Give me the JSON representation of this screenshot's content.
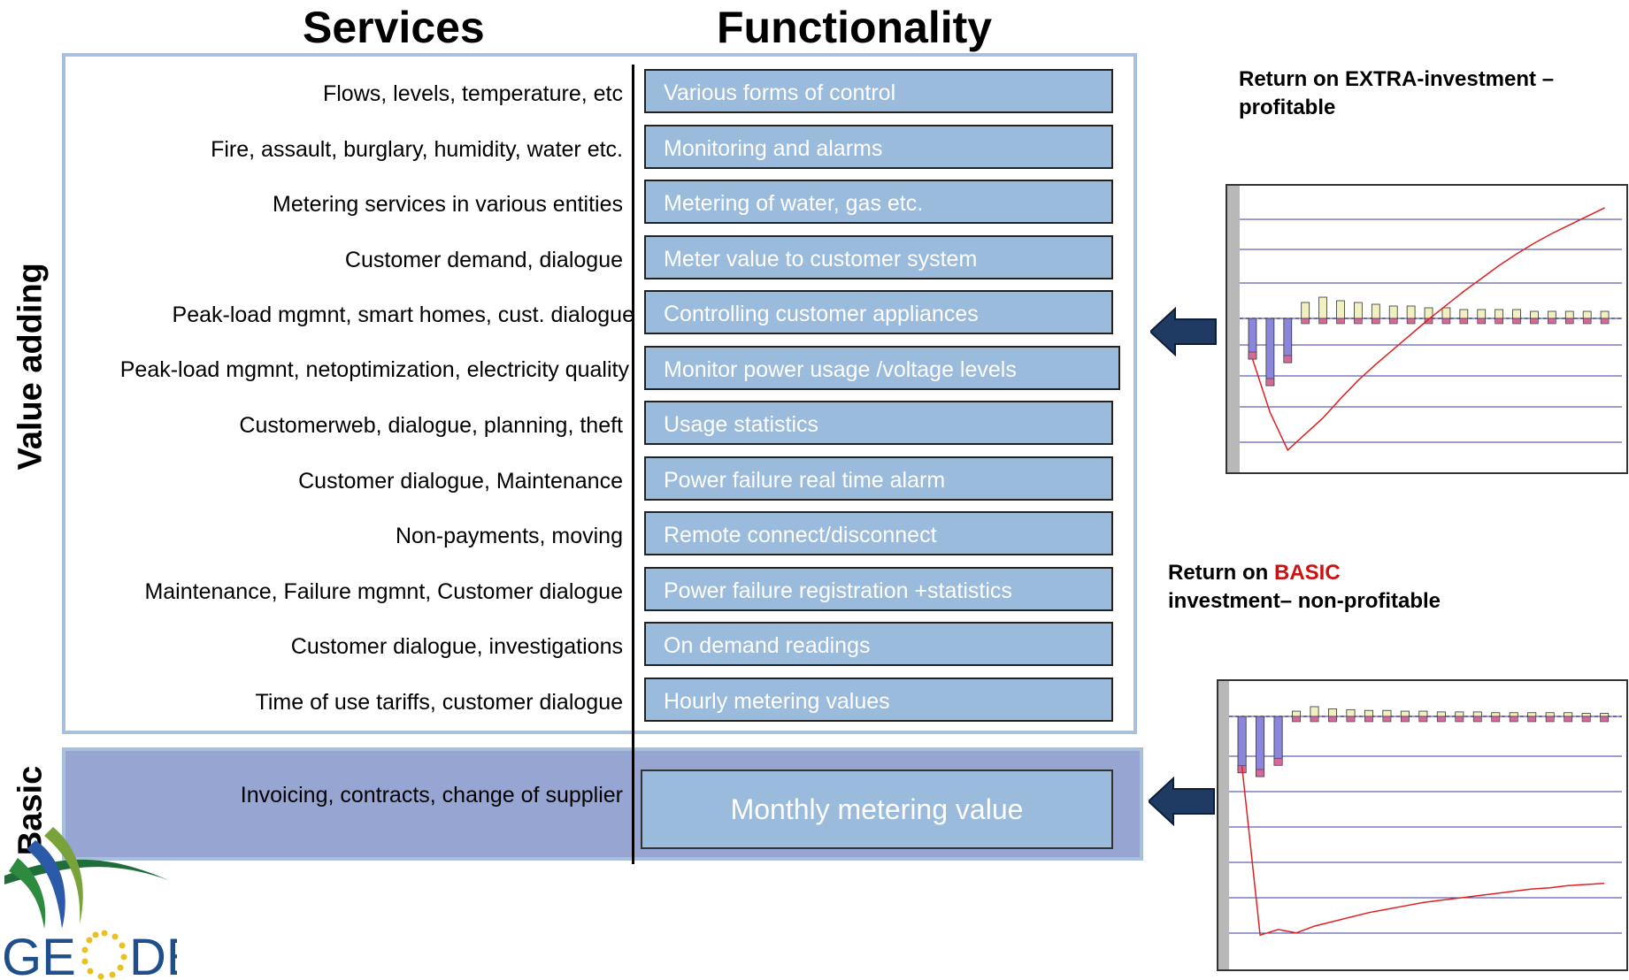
{
  "headers": {
    "services": "Services",
    "functionality": "Functionality"
  },
  "side_labels": {
    "value_adding": "Value adding",
    "basic": "Basic"
  },
  "rows": [
    {
      "service": "Flows, levels, temperature, etc",
      "function": "Various forms of control"
    },
    {
      "service": "Fire, assault, burglary, humidity, water etc.",
      "function": "Monitoring and alarms"
    },
    {
      "service": "Metering services in various entities",
      "function": "Metering of water, gas etc."
    },
    {
      "service": "Customer demand, dialogue",
      "function": "Meter value to customer system"
    },
    {
      "service": "Peak-load mgmnt, smart homes, cust. dialogue",
      "function": "Controlling customer appliances"
    },
    {
      "service": "Peak-load mgmnt, netoptimization, electricity quality",
      "function": "Monitor power usage /voltage levels"
    },
    {
      "service": "Customerweb, dialogue, planning, theft",
      "function": "Usage statistics"
    },
    {
      "service": "Customer dialogue, Maintenance",
      "function": "Power failure real time alarm"
    },
    {
      "service": "Non-payments, moving",
      "function": "Remote connect/disconnect"
    },
    {
      "service": "Maintenance, Failure mgmnt, Customer dialogue",
      "function": "Power failure registration +statistics"
    },
    {
      "service": "Customer dialogue,  investigations",
      "function": "On demand readings"
    },
    {
      "service": "Time of use tariffs, customer dialogue",
      "function": "Hourly metering values"
    }
  ],
  "basic_row": {
    "service": "Invoicing, contracts, change of supplier",
    "function": "Monthly metering value"
  },
  "notes": {
    "extra": {
      "line1": "Return on  EXTRA-investment –",
      "line2": "profitable"
    },
    "basic": {
      "prefix": "Return on  ",
      "highlight": "BASIC",
      "line2": "investment– non-profitable"
    }
  },
  "logo": {
    "text": "GEODE"
  },
  "colors": {
    "bar_negative": "#8a86dc",
    "bar_positive": "#f0f0c0",
    "bar_neg_cap": "#d46a9c",
    "line": "#e02020",
    "grid": "#3a3aa0",
    "accent_red": "#cc1111",
    "arrow": "#1f3b63"
  },
  "chart_data": [
    {
      "type": "bar",
      "series": [
        {
          "values": [
            -2.3,
            -3.8,
            -2.5,
            0.9,
            1.2,
            1.0,
            0.9,
            0.8,
            0.7,
            0.7,
            0.6,
            0.6,
            0.5,
            0.5,
            0.5,
            0.5,
            0.4,
            0.4,
            0.4,
            0.4,
            0.4
          ]
        },
        {
          "values": [
            -3.5,
            -8.5,
            -12.0,
            -10.5,
            -9.0,
            -7.2,
            -5.5,
            -4.0,
            -2.6,
            -1.2,
            0.2,
            1.5,
            2.8,
            4.0,
            5.2,
            6.3,
            7.3,
            8.2,
            9.0,
            9.8,
            10.6
          ]
        }
      ]
    },
    {
      "type": "bar",
      "series": [
        {
          "values": [
            -7.5,
            -8.0,
            -6.5,
            0.7,
            1.3,
            1.0,
            0.9,
            0.8,
            0.8,
            0.7,
            0.7,
            0.6,
            0.6,
            0.6,
            0.5,
            0.5,
            0.5,
            0.5,
            0.5,
            0.4,
            0.4
          ]
        },
        {
          "values": [
            -5.0,
            -20.0,
            -19.5,
            -19.8,
            -19.2,
            -18.8,
            -18.4,
            -18.0,
            -17.7,
            -17.4,
            -17.1,
            -16.9,
            -16.7,
            -16.5,
            -16.3,
            -16.1,
            -15.9,
            -15.8,
            -15.6,
            -15.5,
            -15.4
          ]
        }
      ]
    }
  ]
}
